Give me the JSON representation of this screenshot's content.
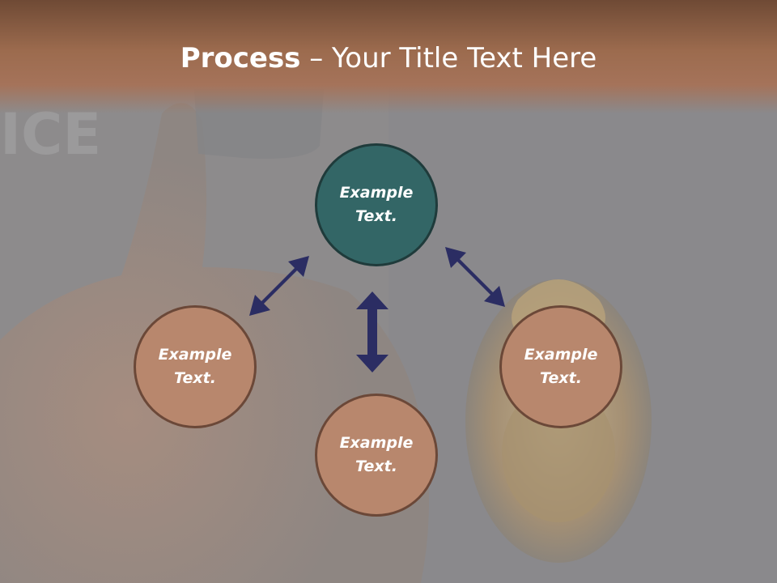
{
  "slide": {
    "title_bold": "Process",
    "title_rest": " – Your Title Text Here"
  },
  "diagram": {
    "center": {
      "line1": "Example",
      "line2": "Text."
    },
    "left": {
      "line1": "Example",
      "line2": "Text."
    },
    "right": {
      "line1": "Example",
      "line2": "Text."
    },
    "bottom": {
      "line1": "Example",
      "line2": "Text."
    }
  },
  "colors": {
    "title_bar": "#9c6b4e",
    "center_fill": "#336666",
    "node_fill": "#b8876d",
    "arrow": "#2b2d63"
  },
  "background_image": "police-badge-thumbs-up-photo"
}
